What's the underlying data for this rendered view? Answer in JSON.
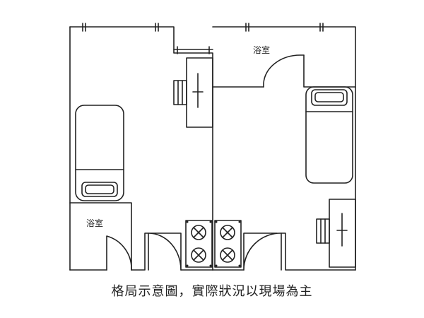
{
  "rooms": {
    "left_bathroom_label": "浴室",
    "right_bathroom_label": "浴室"
  },
  "caption": "格局示意圖，實際狀況以現場為主"
}
